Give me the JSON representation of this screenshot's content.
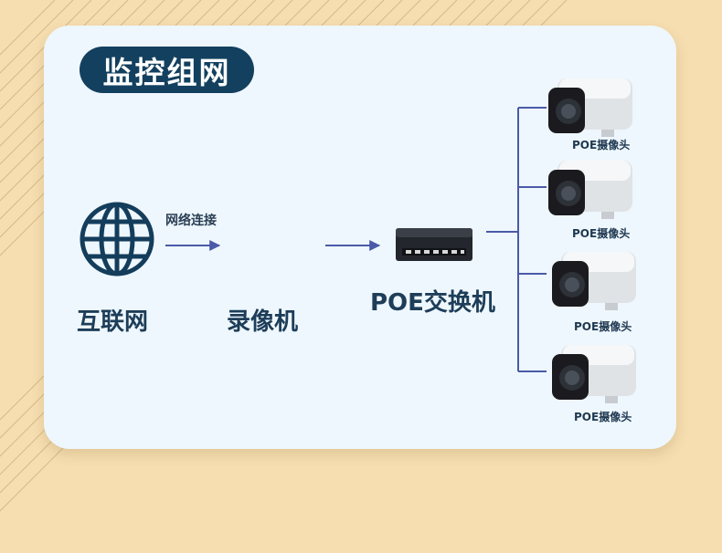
{
  "title": "监控组网",
  "nodes": {
    "internet": "互联网",
    "recorder": "录像机",
    "switch": "POE交换机"
  },
  "connection_label": "网络连接",
  "cameras": [
    "POE摄像头",
    "POE摄像头",
    "POE摄像头",
    "POE摄像头"
  ],
  "colors": {
    "background": "#f6deb0",
    "card": "#eef7fd",
    "title_bg": "#13405f",
    "text": "#1d3d58",
    "line": "#4a5aa8"
  }
}
